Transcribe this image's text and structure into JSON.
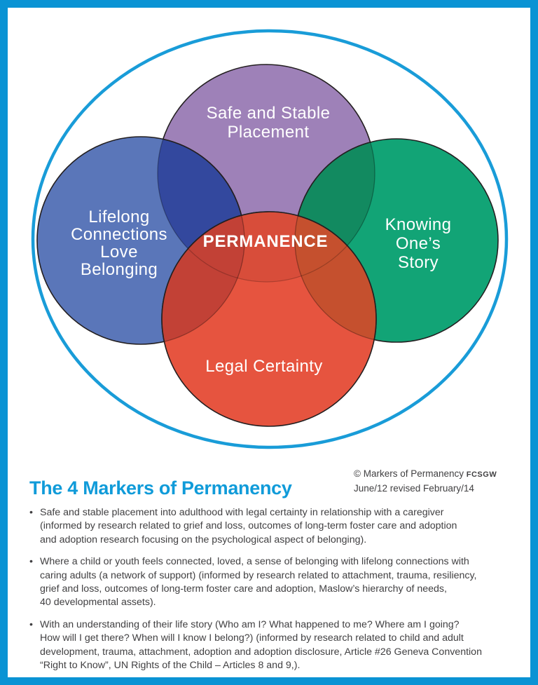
{
  "colors": {
    "frame_blue": "#0a93d4",
    "title_blue": "#109bd9",
    "ellipse_stroke": "#199cd8",
    "outline_dark": "#231f20",
    "text_dark": "#414042",
    "purple": "#9e81b8",
    "blue": "#5a76b9",
    "green": "#12a476",
    "red": "#e6543f",
    "overlap_blue_purple": "#33489e",
    "overlap_green_purple": "#128a60",
    "overlap_red_purple": "#d84d3a",
    "overlap_red_blue": "#c24136",
    "overlap_red_green": "#c5502e",
    "label_white": "#ffffff"
  },
  "venn": {
    "center_label": "PERMANENCE",
    "circles": [
      {
        "id": "safe-stable-placement",
        "label_lines": [
          "Safe and Stable",
          "Placement"
        ]
      },
      {
        "id": "lifelong-connections",
        "label_lines": [
          "Lifelong",
          "Connections",
          "Love",
          "Belonging"
        ]
      },
      {
        "id": "knowing-ones-story",
        "label_lines": [
          "Knowing",
          "One’s",
          "Story"
        ]
      },
      {
        "id": "legal-certainty",
        "label_lines": [
          "Legal Certainty"
        ]
      }
    ]
  },
  "footer": {
    "title": "The 4 Markers of Permanency",
    "credit_line1": "© Markers of Permanency",
    "credit_suffix": "FCSGW",
    "credit_line2": "June/12 revised February/14",
    "bullet_char": "•",
    "bullets": [
      "Safe and stable placement into adulthood with legal certainty in relationship with a caregiver\n(informed by research related to grief and loss, outcomes of long-term foster care and adoption\nand adoption research focusing on the psychological aspect of belonging).",
      "Where a child or youth feels connected, loved, a sense of belonging with lifelong connections with\ncaring adults (a network of support) (informed by research related to attachment, trauma, resiliency,\ngrief and loss, outcomes of long-term foster care and adoption, Maslow’s hierarchy of needs,\n40 developmental assets).",
      "With an understanding of their life story (Who am I? What happened to me? Where am I going?\nHow will I get there? When will I know I belong?) (informed by research related to child and adult\ndevelopment, trauma, attachment, adoption and adoption disclosure, Article #26 Geneva Convention\n“Right to Know”, UN Rights of the Child – Articles 8 and 9,)."
    ]
  }
}
